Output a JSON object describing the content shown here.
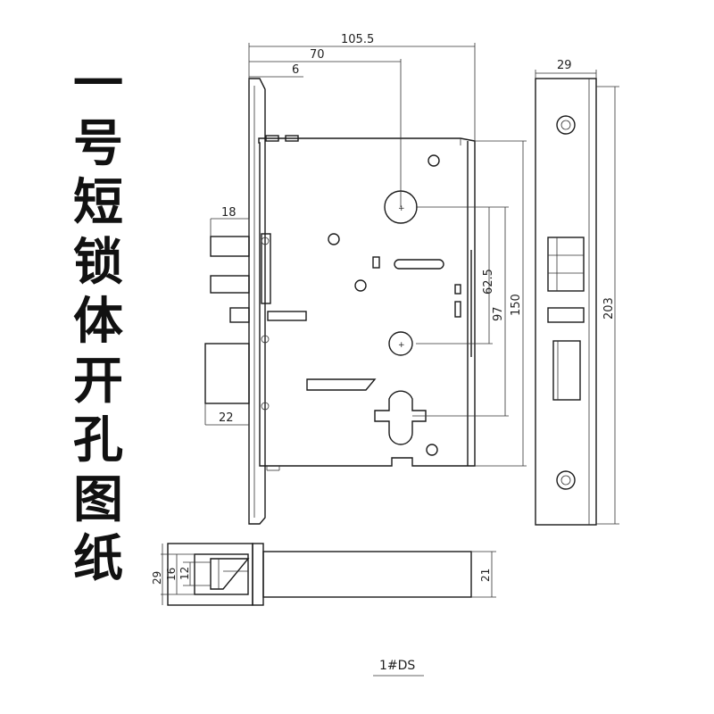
{
  "title_chars": [
    "一",
    "号",
    "短",
    "锁",
    "体",
    "开",
    "孔",
    "图",
    "纸"
  ],
  "dimensions": {
    "overall_width": "105.5",
    "backset": "70",
    "face_offset": "6",
    "latch_projection": "18",
    "deadbolt_projection": "22",
    "handle_to_cylinder": "62.5",
    "handle_to_key": "97",
    "case_height": "150",
    "faceplate_width": "29",
    "faceplate_height": "203",
    "side_width": "29",
    "side_inner_1": "16",
    "side_inner_2": "12",
    "side_body": "21"
  },
  "model_label": "1#DS"
}
